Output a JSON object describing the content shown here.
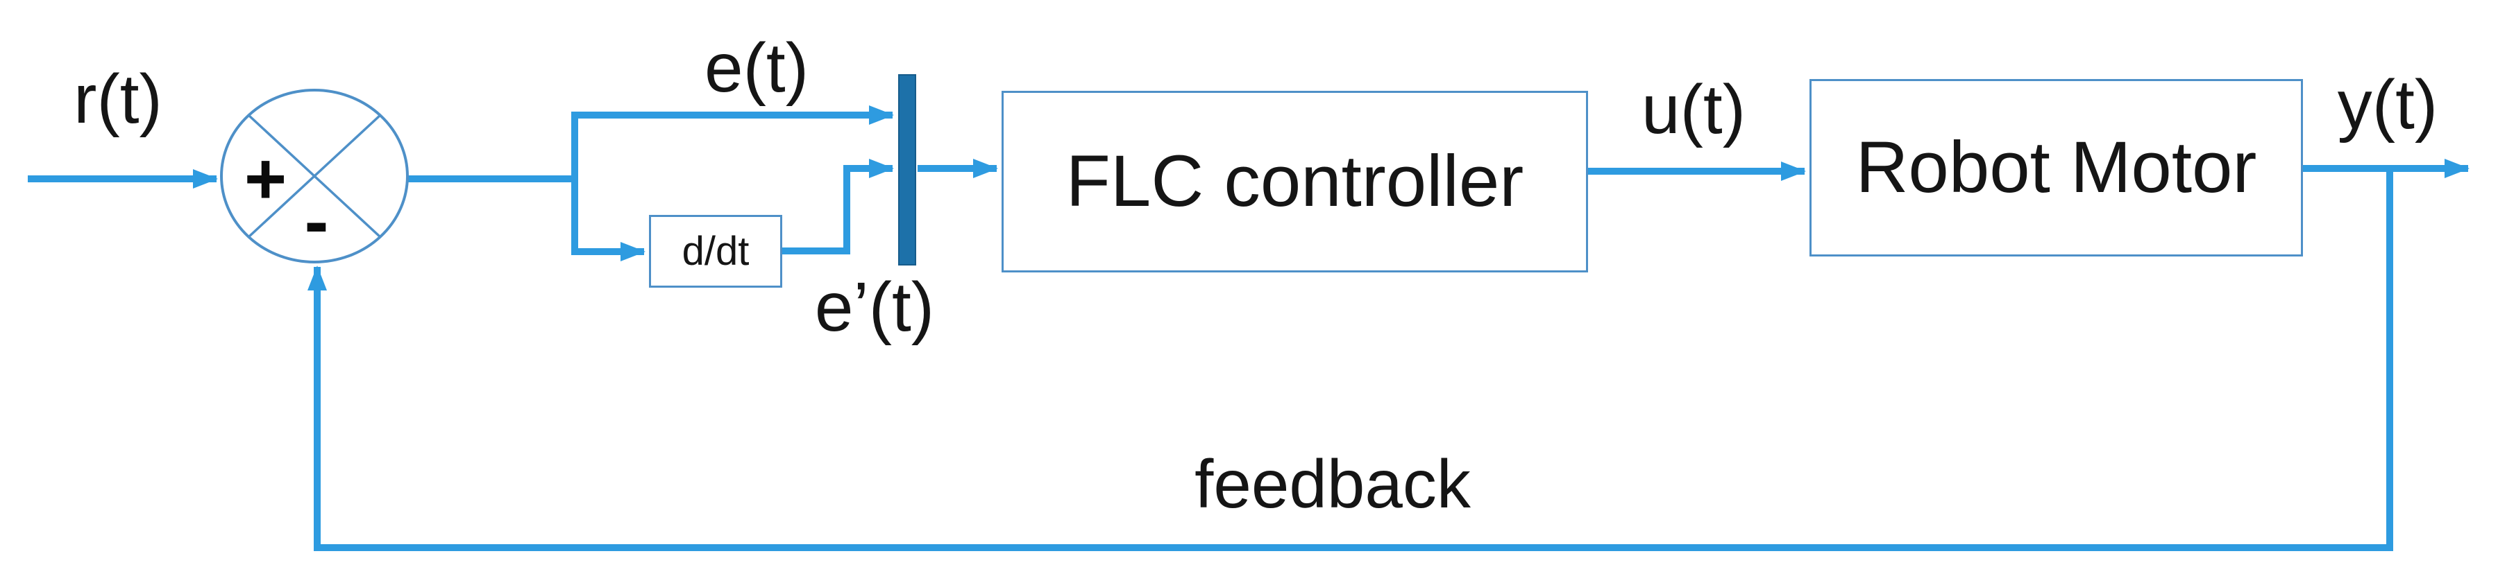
{
  "diagram": {
    "type": "feedback-control-block-diagram",
    "colors": {
      "signal_line": "#2E9BE0",
      "shape_outline": "#4E90C8",
      "mux_fill": "#1D71A9",
      "mux_outline": "#165C8B",
      "label_text": "#151515",
      "background": "#FFFFFF"
    },
    "labels": {
      "reference_input": "r(t)",
      "error_signal": "e(t)",
      "error_derivative_signal": "e’(t)",
      "control_signal": "u(t)",
      "output_signal": "y(t)",
      "feedback_path": "feedback"
    },
    "summing_junction": {
      "plus_sign": "+",
      "minus_sign": "-"
    },
    "blocks": {
      "derivative_label": "d/dt",
      "controller_label": "FLC controller",
      "plant_label": "Robot Motor"
    }
  }
}
